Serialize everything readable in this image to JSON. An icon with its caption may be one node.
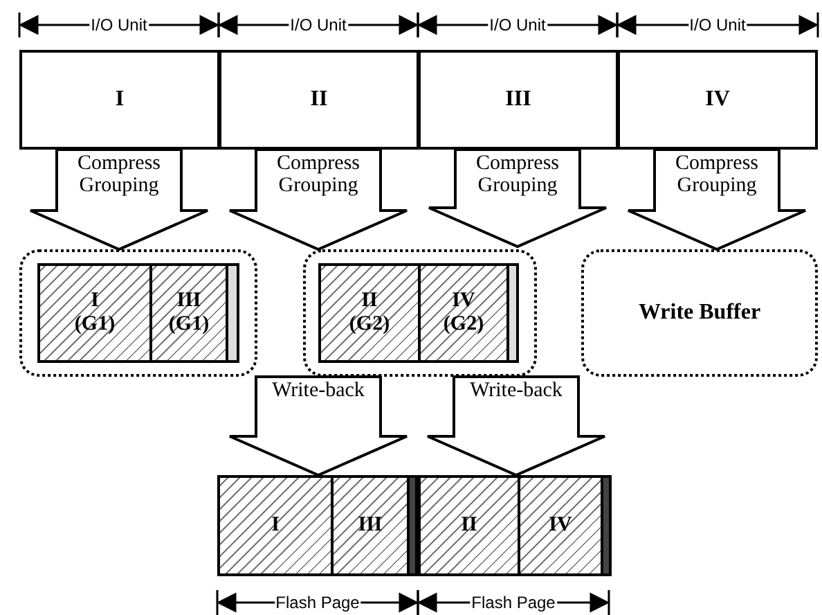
{
  "diagram": {
    "nodes": [
      {
        "text": [
          "I"
        ]
      },
      {
        "text": [
          "II"
        ]
      },
      {
        "text": [
          "III"
        ]
      },
      {
        "text": [
          "IV"
        ]
      },
      {
        "text": [],
        "shape": "box"
      },
      {
        "text": [
          "I (G1)"
        ],
        "in": 4
      },
      {
        "text": [
          "III (G1)"
        ],
        "in": 4
      },
      {
        "text": [],
        "shape": "box"
      },
      {
        "text": [
          "II (G2)"
        ],
        "in": 7
      },
      {
        "text": [
          "IV (G2)"
        ],
        "in": 7
      },
      {
        "text": [
          "Write Buffer"
        ]
      },
      {
        "text": [],
        "shape": "box"
      },
      {
        "text": [
          "I"
        ],
        "in": 11
      },
      {
        "text": [
          "III"
        ],
        "in": 11
      },
      {
        "text": [],
        "shape": "box"
      },
      {
        "text": [
          "II"
        ],
        "in": 14
      },
      {
        "text": [
          "IV"
        ],
        "in": 14
      }
    ],
    "edges": [
      {
        "from": 0,
        "to": 4,
        "arrow": "to",
        "label": "Compress Grouping"
      },
      {
        "from": 1,
        "to": 7,
        "arrow": "to",
        "label": "Compress Grouping"
      },
      {
        "from": 2,
        "to": null,
        "arrow": "to",
        "label": "Compress Grouping"
      },
      {
        "from": 3,
        "to": 10,
        "arrow": "to",
        "label": "Compress Grouping"
      },
      {
        "from": 4,
        "to": 11,
        "arrow": "to",
        "label": "Write-back"
      },
      {
        "from": 7,
        "to": 14,
        "arrow": "to",
        "label": "Write-back"
      }
    ],
    "labels": [
      "I/O Unit",
      "I/O Unit",
      "I/O Unit",
      "I/O Unit",
      "Flash Page",
      "Flash Page"
    ]
  }
}
